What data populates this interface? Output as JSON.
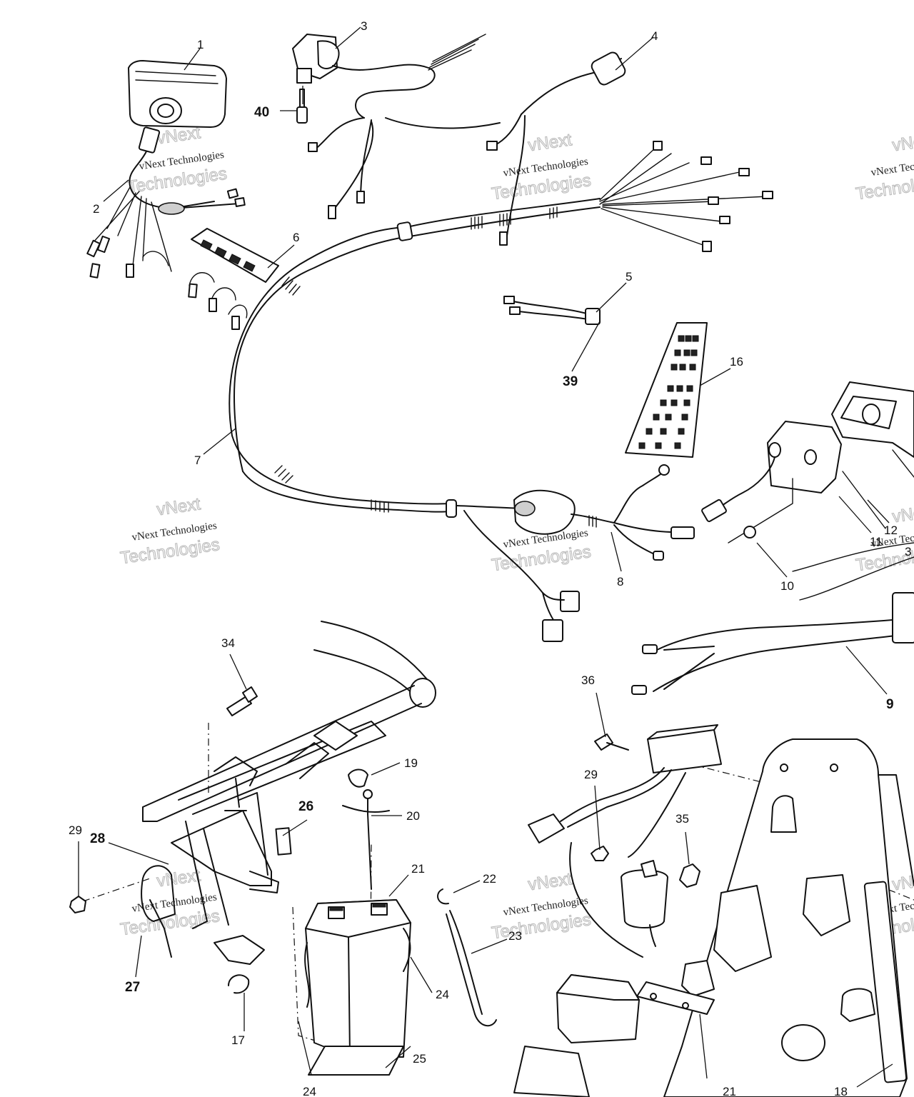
{
  "diagram": {
    "callouts": [
      {
        "id": "c1",
        "label": "1"
      },
      {
        "id": "c2",
        "label": "2"
      },
      {
        "id": "c3",
        "label": "3"
      },
      {
        "id": "c4",
        "label": "4"
      },
      {
        "id": "c5",
        "label": "5"
      },
      {
        "id": "c6",
        "label": "6"
      },
      {
        "id": "c7",
        "label": "7"
      },
      {
        "id": "c8",
        "label": "8"
      },
      {
        "id": "c9",
        "label": "9"
      },
      {
        "id": "c10",
        "label": "10"
      },
      {
        "id": "c11",
        "label": "11"
      },
      {
        "id": "c12",
        "label": "12"
      },
      {
        "id": "c13",
        "label": "3"
      },
      {
        "id": "c16",
        "label": "16"
      },
      {
        "id": "c17",
        "label": "17"
      },
      {
        "id": "c18",
        "label": "18"
      },
      {
        "id": "c19",
        "label": "19"
      },
      {
        "id": "c20",
        "label": "20"
      },
      {
        "id": "c21",
        "label": "21"
      },
      {
        "id": "c21b",
        "label": "21"
      },
      {
        "id": "c22",
        "label": "22"
      },
      {
        "id": "c23",
        "label": "23"
      },
      {
        "id": "c24",
        "label": "24"
      },
      {
        "id": "c24b",
        "label": "24"
      },
      {
        "id": "c25",
        "label": "25"
      },
      {
        "id": "c26",
        "label": "26"
      },
      {
        "id": "c27",
        "label": "27"
      },
      {
        "id": "c28",
        "label": "28"
      },
      {
        "id": "c29",
        "label": "29"
      },
      {
        "id": "c29b",
        "label": "29"
      },
      {
        "id": "c34",
        "label": "34"
      },
      {
        "id": "c35",
        "label": "35"
      },
      {
        "id": "c36",
        "label": "36"
      },
      {
        "id": "c39",
        "label": "39"
      },
      {
        "id": "c40",
        "label": "40"
      }
    ],
    "watermark": {
      "line1": "vNext Technologies",
      "line2": "vNext",
      "line3": "Technologies"
    }
  }
}
